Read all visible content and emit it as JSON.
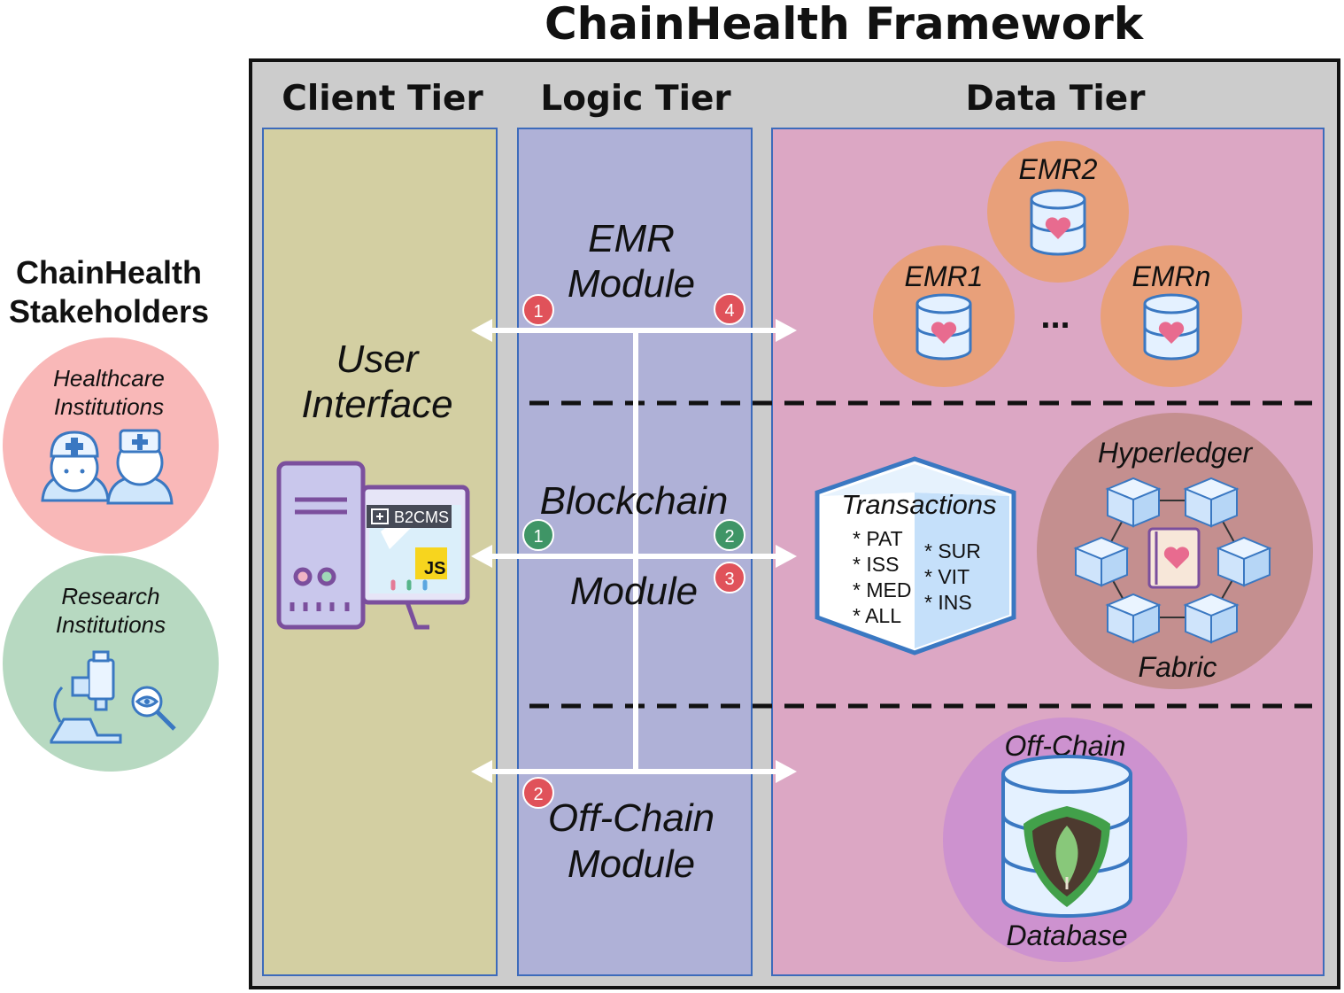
{
  "title": "ChainHealth Framework",
  "stakeholders": {
    "heading_line1": "ChainHealth",
    "heading_line2": "Stakeholders",
    "healthcare": {
      "line1": "Healthcare",
      "line2": "Institutions",
      "icon": "doctors-nurse-icon"
    },
    "research": {
      "line1": "Research",
      "line2": "Institutions",
      "icon": "microscope-magnifier-icon"
    }
  },
  "tiers": {
    "client": "Client Tier",
    "logic": "Logic Tier",
    "data": "Data Tier"
  },
  "client": {
    "ui_line1": "User",
    "ui_line2": "Interface",
    "app_badge": "B2CMS",
    "js_badge": "JS",
    "icon": "desktop-computer-icon"
  },
  "logic": {
    "emr_line1": "EMR",
    "emr_line2": "Module",
    "blockchain_line1": "Blockchain",
    "blockchain_line2": "Module",
    "offchain_line1": "Off-Chain",
    "offchain_line2": "Module",
    "steps": {
      "emr_left": "1",
      "emr_right": "4",
      "bc_left": "1",
      "bc_right": "2",
      "bc_right_low": "3",
      "off_left": "2"
    }
  },
  "data": {
    "emr_nodes": [
      "EMR2",
      "EMR1",
      "EMRn"
    ],
    "ellipsis": "...",
    "transactions": {
      "title": "Transactions",
      "col1": [
        "* PAT",
        "* ISS",
        "* MED",
        "* ALL"
      ],
      "col2": [
        "* SUR",
        "* VIT",
        "* INS"
      ]
    },
    "hyperledger": {
      "line1": "Hyperledger",
      "line2": "Fabric"
    },
    "offchain_db": {
      "line1": "Off-Chain",
      "line2": "Database",
      "icon": "mongodb-leaf-icon"
    }
  },
  "colors": {
    "frame": "#cccccc",
    "client_tier": "#d3cfa2",
    "logic_tier": "#afb1d7",
    "data_tier": "#dca7c4",
    "tier_border": "#3d6bbb",
    "healthcare_circle": "#f9b8b8",
    "research_circle": "#b7d9c1",
    "emr_circle": "#e8a07a",
    "hyperledger_circle": "#c48f8f",
    "offchain_circle": "#cd92cf",
    "step_red": "#e0525a",
    "step_green": "#3f9566"
  }
}
